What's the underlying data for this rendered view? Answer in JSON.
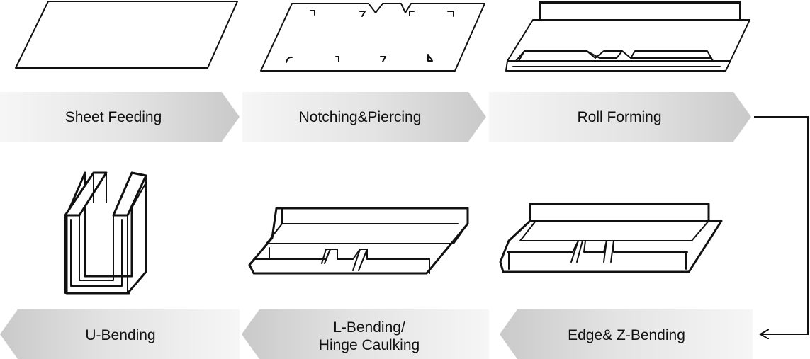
{
  "steps": [
    {
      "label": "Sheet Feeding"
    },
    {
      "label": "Notching&Piercing"
    },
    {
      "label": "Roll Forming"
    },
    {
      "label": "Edge& Z-Bending"
    },
    {
      "label_line1": "L-Bending/",
      "label_line2": "Hinge Caulking"
    },
    {
      "label": "U-Bending"
    }
  ],
  "colors": {
    "banner_light": "#f6f6f6",
    "banner_dark": "#c9c9c9",
    "line": "#111111"
  }
}
